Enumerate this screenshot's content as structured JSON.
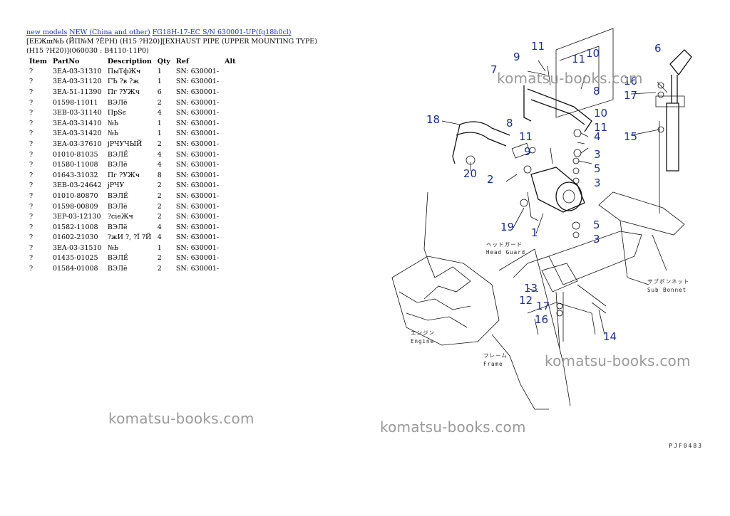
{
  "breadcrumb": {
    "link1": "new models",
    "link2": "NEW (China and other)",
    "link3": "FG18H-17-EC S/N 630001-UP(fg18h0cl)"
  },
  "title": "[EEЖш№Ь (ЙП№М ?ЁРН) (H15 ?H20)][EXHAUST PIPE (UPPER MOUNTING TYPE) (H15 ?H20)](060030 : B4110-11P0)",
  "table": {
    "headers": [
      "Item",
      "PartNo",
      "Description",
      "Qty",
      "Ref",
      "Alt"
    ],
    "rows": [
      [
        "?",
        "3EA-03-31310",
        "ПыТфЖч",
        "1",
        "SN: 630001-",
        ""
      ],
      [
        "?",
        "3EA-03-31120",
        "ГЪ ?в ?ж",
        "1",
        "SN: 630001-",
        ""
      ],
      [
        "?",
        "3EA-51-11390",
        "Пг ?УЖч",
        "6",
        "SN: 630001-",
        ""
      ],
      [
        "?",
        "01598-11011",
        "ВЭЛё",
        "2",
        "SN: 630001-",
        ""
      ],
      [
        "?",
        "3EB-03-31140",
        "ПрSє",
        "4",
        "SN: 630001-",
        ""
      ],
      [
        "?",
        "3EA-03-31410",
        "№Ь",
        "1",
        "SN: 630001-",
        ""
      ],
      [
        "?",
        "3EA-03-31420",
        "№Ь",
        "1",
        "SN: 630001-",
        ""
      ],
      [
        "?",
        "3EA-03-37610",
        "јРЧУЧЫЙ",
        "2",
        "SN: 630001-",
        ""
      ],
      [
        "?",
        "01010-81035",
        "ВЭЛЁ",
        "4",
        "SN: 630001-",
        ""
      ],
      [
        "?",
        "01580-11008",
        "ВЭЛё",
        "4",
        "SN: 630001-",
        ""
      ],
      [
        "?",
        "01643-31032",
        "Пг ?УЖч",
        "8",
        "SN: 630001-",
        ""
      ],
      [
        "?",
        "3EB-03-24642",
        "јРЧУ",
        "2",
        "SN: 630001-",
        ""
      ],
      [
        "?",
        "01010-80870",
        "ВЭЛЁ",
        "2",
        "SN: 630001-",
        ""
      ],
      [
        "?",
        "01598-00809",
        "ВЭЛё",
        "2",
        "SN: 630001-",
        ""
      ],
      [
        "?",
        "3EP-03-12130",
        "?cіеЖч",
        "2",
        "SN: 630001-",
        ""
      ],
      [
        "?",
        "01582-11008",
        "ВЭЛё",
        "4",
        "SN: 630001-",
        ""
      ],
      [
        "?",
        "01602-21030",
        "?жИ ?, ?Ї ?Й",
        "4",
        "SN: 630001-",
        ""
      ],
      [
        "?",
        "3EA-03-31510",
        "№Ь",
        "1",
        "SN: 630001-",
        ""
      ],
      [
        "?",
        "01435-01025",
        "ВЭЛЁ",
        "2",
        "SN: 630001-",
        ""
      ],
      [
        "?",
        "01584-01008",
        "ВЭЛё",
        "2",
        "SN: 630001-",
        ""
      ]
    ]
  },
  "watermark": "komatsu-books.com",
  "diagram": {
    "callouts": {
      "c1": "1",
      "c2": "2",
      "c3a": "3",
      "c3b": "3",
      "c3c": "3",
      "c4": "4",
      "c5a": "5",
      "c5b": "5",
      "c6": "6",
      "c7": "7",
      "c8a": "8",
      "c8b": "8",
      "c9a": "9",
      "c9b": "9",
      "c10a": "10",
      "c10b": "10",
      "c11a": "11",
      "c11b": "11",
      "c11c": "11",
      "c11d": "11",
      "c12": "12",
      "c13": "13",
      "c14": "14",
      "c15": "15",
      "c16a": "16",
      "c16b": "16",
      "c17a": "17",
      "c17b": "17",
      "c18": "18",
      "c19": "19",
      "c20": "20"
    },
    "labels": {
      "head_guard_jp": "ヘッドガード",
      "head_guard_en": "Head Guard",
      "sub_bonnet_jp": "サブボンネット",
      "sub_bonnet_en": "Sub Bonnet",
      "engine_jp": "エンジン",
      "engine_en": "Engine",
      "frame_jp": "フレーム",
      "frame_en": "Frame"
    }
  },
  "footer_code": "PJF0483"
}
